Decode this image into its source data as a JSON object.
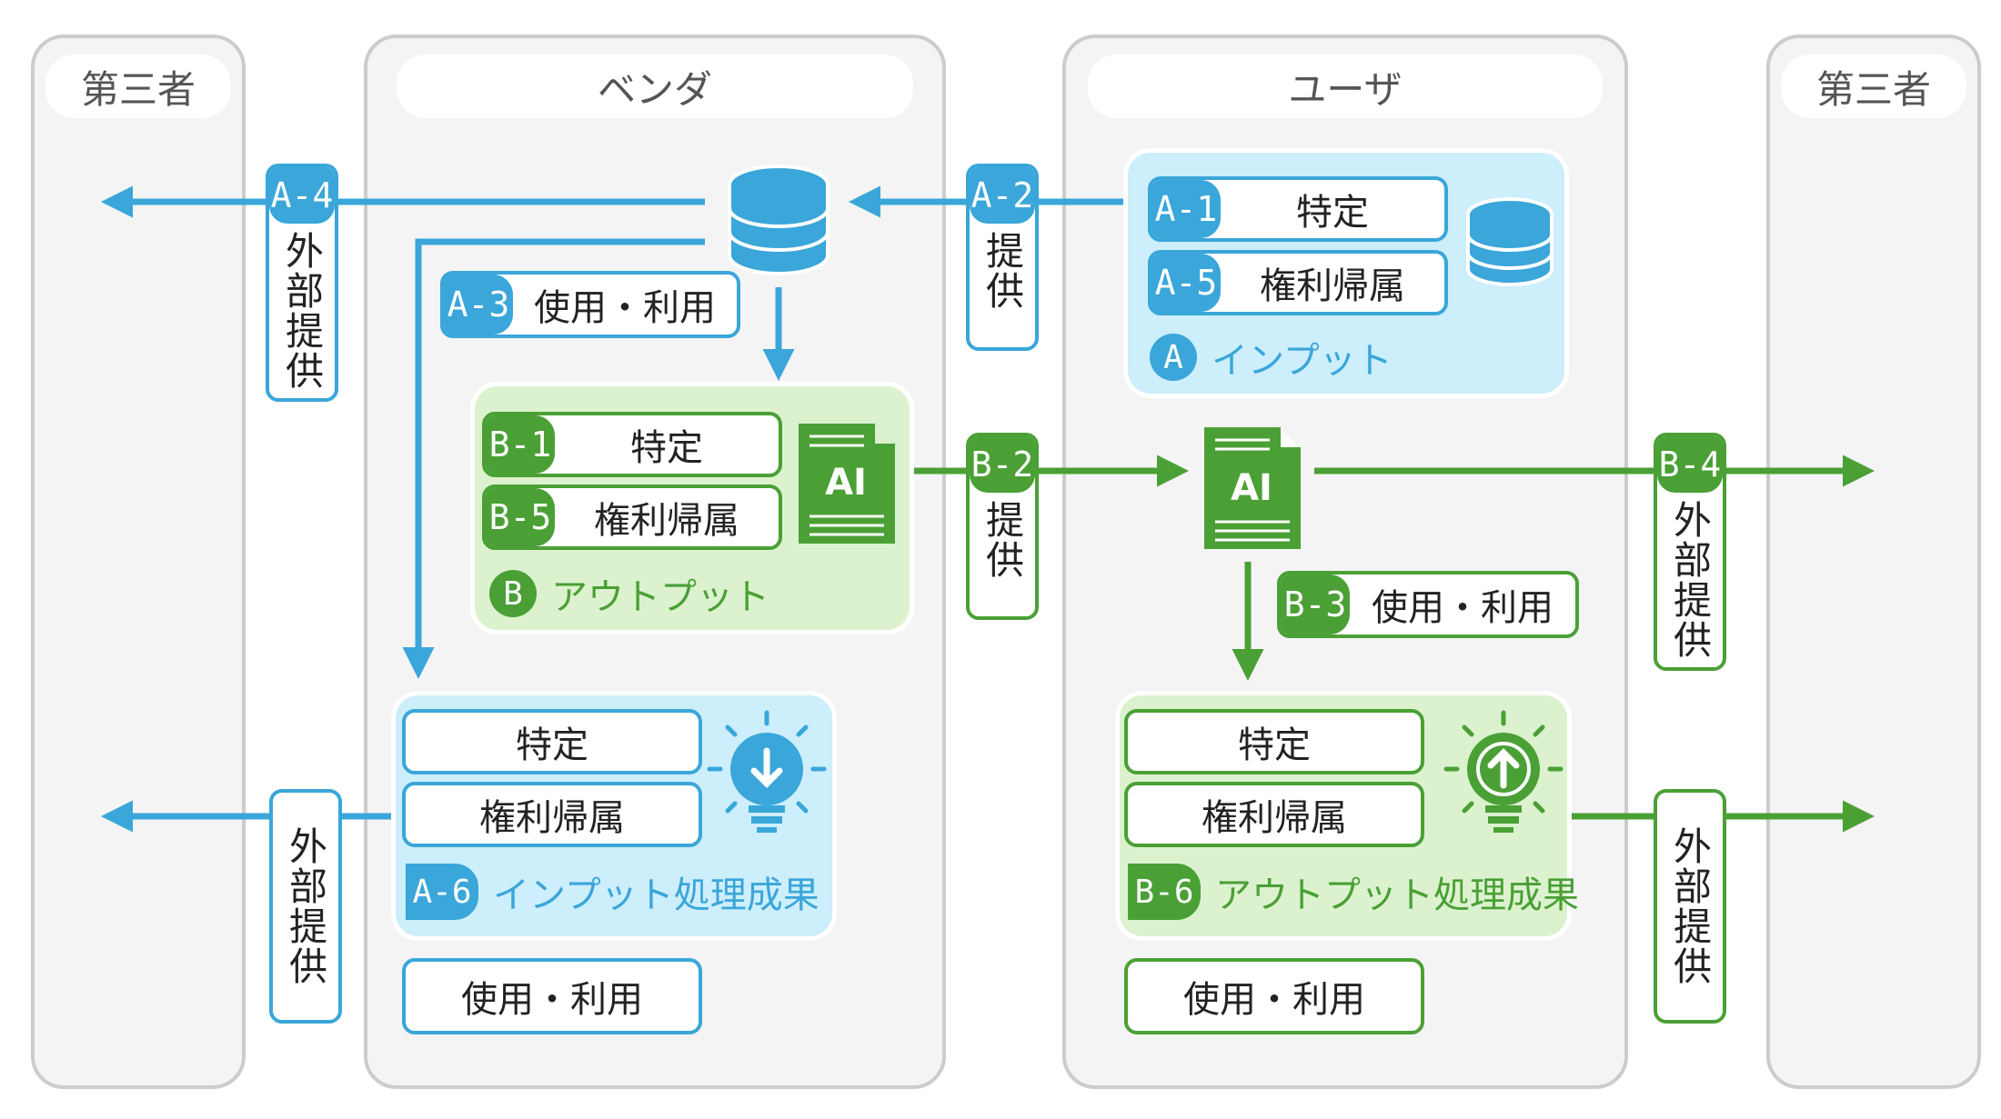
{
  "lanes": {
    "third_party_left": "第三者",
    "vendor": "ベンダ",
    "user": "ユーザ",
    "third_party_right": "第三者"
  },
  "input_panel": {
    "badge": "A",
    "title": "インプット",
    "items": [
      {
        "code": "A-1",
        "label": "特定"
      },
      {
        "code": "A-5",
        "label": "権利帰属"
      }
    ]
  },
  "output_panel": {
    "badge": "B",
    "title": "アウトプット",
    "items": [
      {
        "code": "B-1",
        "label": "特定"
      },
      {
        "code": "B-5",
        "label": "権利帰属"
      }
    ]
  },
  "input_result_panel": {
    "code": "A-6",
    "title": "インプット処理成果",
    "items": [
      "特定",
      "権利帰属"
    ]
  },
  "output_result_panel": {
    "code": "B-6",
    "title": "アウトプット処理成果",
    "items": [
      "特定",
      "権利帰属"
    ]
  },
  "use_labels": {
    "a3": {
      "code": "A-3",
      "label": "使用・利用"
    },
    "b3": {
      "code": "B-3",
      "label": "使用・利用"
    },
    "vendor_bottom": "使用・利用",
    "user_bottom": "使用・利用"
  },
  "tags": {
    "a2": {
      "code": "A-2",
      "label": "提供"
    },
    "a4": {
      "code": "A-4",
      "label": "外部提供"
    },
    "b2": {
      "code": "B-2",
      "label": "提供"
    },
    "b4": {
      "code": "B-4",
      "label": "外部提供"
    },
    "vendor_ext": {
      "label": "外部提供"
    },
    "user_ext": {
      "label": "外部提供"
    }
  },
  "doc_icon_text": "AI",
  "colors": {
    "blue": "#3aa6d9",
    "green": "#4aa035",
    "blue_panel": "#cdeefb",
    "green_panel": "#dcf2cf",
    "lane": "#f4f4f4"
  },
  "icons": [
    "database-icon",
    "ai-document-icon",
    "lightbulb-down-icon",
    "lightbulb-up-icon"
  ]
}
